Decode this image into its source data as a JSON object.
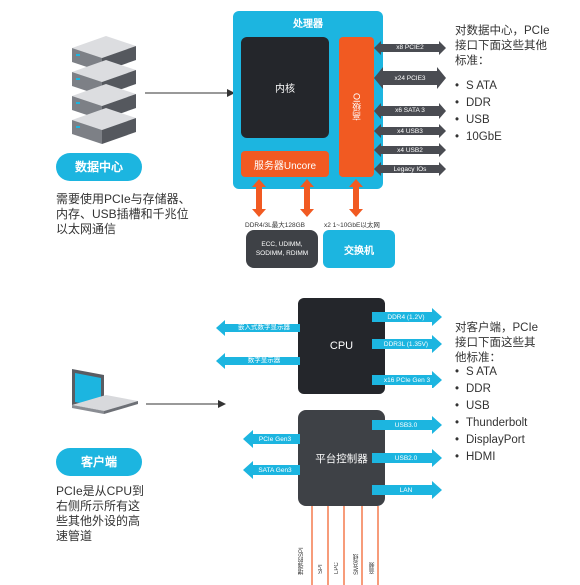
{
  "data_center": {
    "pill": "数据中心",
    "description_lines": [
      "需要使用PCIe与存储器、",
      "内存、USB插槽和千兆位",
      "以太网通信"
    ],
    "processor_title": "处理器",
    "core_label": "内核",
    "high_speed_io_label": "高级IO",
    "uncore_label": "服务器Uncore",
    "right_io": [
      "x8 PCIE2",
      "x24 PCIE3",
      "x6 SATA 3",
      "x4 USB3",
      "x4 USB2",
      "Legacy IOs"
    ],
    "ddr_label": "DDR4/3L最大128GB",
    "ethernet_label": "x2 1~10GbE以太网",
    "memory_box_lines": [
      "ECC, UDIMM,",
      "SODIMM, RDIMM"
    ],
    "switch_label": "交换机",
    "note_lines": [
      "对数据中心，PCIe",
      "接口下面这些其他",
      "标准："
    ],
    "standards": [
      "S ATA",
      "DDR",
      "USB",
      "10GbE"
    ]
  },
  "client": {
    "pill": "客户端",
    "description_lines": [
      "PCIe是从CPU到",
      "右侧所示所有这",
      "些其他外设的高",
      "速管道"
    ],
    "cpu_label": "CPU",
    "cpu_left_io": [
      "嵌入式数字显示器",
      "数字显示器"
    ],
    "cpu_right_io": [
      "DDR4 (1.2V)",
      "DDR3L (1.35V)",
      "x16 PCIe Gen 3"
    ],
    "pch_label": "平台控制器",
    "pch_left_io": [
      "PCIe Gen3",
      "SATA Gen3"
    ],
    "pch_right_io": [
      "USB3.0",
      "USB2.0",
      "LAN"
    ],
    "bottom_lines": [
      "增强的SPI",
      "SPI",
      "LPC",
      "SM总线",
      "音频"
    ],
    "note_lines": [
      "对客户端，PCIe",
      "接口下面这些其",
      "他标准："
    ],
    "standards": [
      "S ATA",
      "DDR",
      "USB",
      "Thunderbolt",
      "DisplayPort",
      "HDMI"
    ]
  },
  "colors": {
    "accent_blue": "#1cb5e0",
    "orange": "#f15a22",
    "dark_box": "#24262b",
    "arrow_gray": "#4a4c52"
  }
}
